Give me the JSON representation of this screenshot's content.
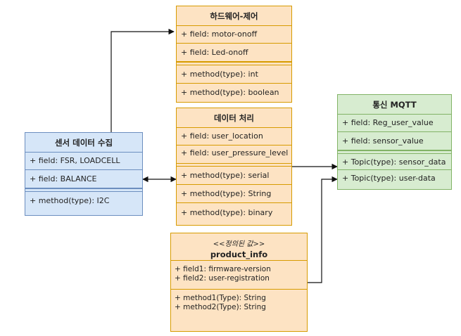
{
  "hardware": {
    "title": "하드웨어-제어",
    "fields": [
      "+ field: motor-onoff",
      "+ field: Led-onoff"
    ],
    "methods": [
      "+ method(type): int",
      "+ method(type): boolean"
    ]
  },
  "data_processing": {
    "title": "데이터 처리",
    "fields": [
      "+ field: user_location",
      "+ field: user_pressure_level"
    ],
    "methods": [
      "+ method(type): serial",
      "+ method(type): String",
      "+ method(type): binary"
    ]
  },
  "sensor": {
    "title": "센서 데이터 수집",
    "fields": [
      "+ field: FSR, LOADCELL",
      "+ field:  BALANCE"
    ],
    "methods": [
      "+ method(type): I2C"
    ]
  },
  "mqtt": {
    "title": "통신 MQTT",
    "fields": [
      "+ field: Reg_user_value",
      "+ field: sensor_value"
    ],
    "methods": [
      "+ Topic(type): sensor_data",
      "+ Topic(type): user-data"
    ]
  },
  "product_info": {
    "stereotype": "<<정의된 값>>",
    "title": "product_info",
    "fields": [
      "+ field1: firmware-version",
      "+ field2: user-registration"
    ],
    "methods": [
      "+ method1(Type): String",
      "+ method2(Type): String"
    ]
  },
  "colors": {
    "orange_fill": "#fde3c3",
    "orange_border": "#d79b00",
    "blue_fill": "#d6e6f8",
    "blue_border": "#6c8ebf",
    "green_fill": "#d7ecd0",
    "green_border": "#82b366"
  }
}
